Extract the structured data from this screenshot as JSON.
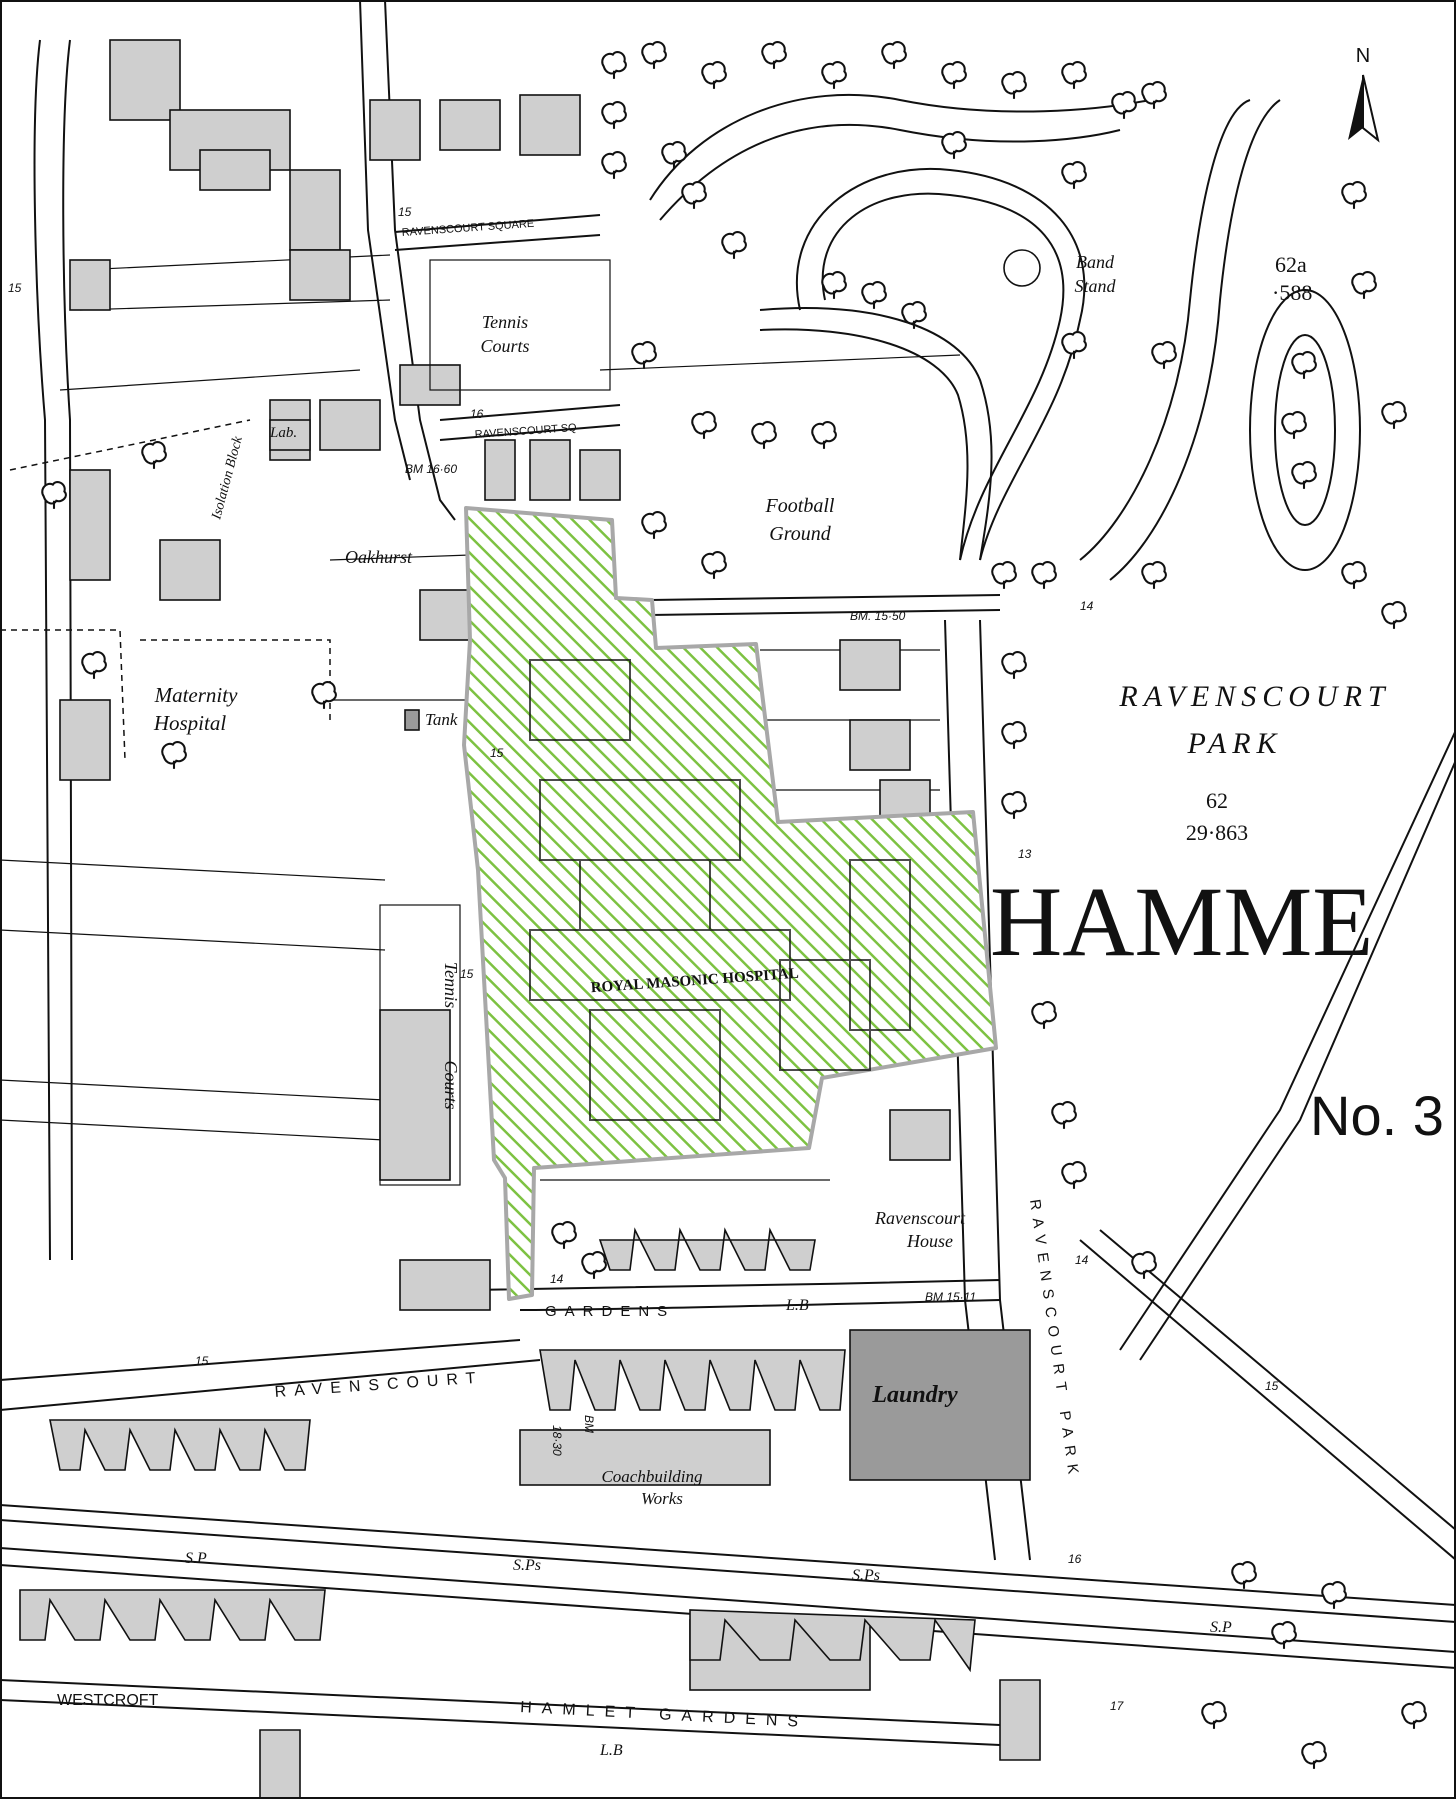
{
  "map": {
    "colors": {
      "paper": "#ffffff",
      "ink": "#111111",
      "site_fill": "#7dc242",
      "site_border": "#a8a8a8",
      "building": "#cfcfcf"
    },
    "north_arrow": {
      "label": "N",
      "icon": "north-arrow-icon"
    },
    "labels": {
      "ravenscourt_square_top": "RAVENSCOURT SQUARE",
      "ravenscourt_sq": "RAVENSCOURT SQ",
      "tennis_courts_top_1": "Tennis",
      "tennis_courts_top_2": "Courts",
      "tennis_courts_side_1": "Tennis",
      "tennis_courts_side_2": "Courts",
      "band_stand_1": "Band",
      "band_stand_2": "Stand",
      "parcel_62a": "62a",
      "parcel_62a_area": "·588",
      "football_ground_1": "Football",
      "football_ground_2": "Ground",
      "oakhurst": "Oakhurst",
      "lab": "Lab.",
      "isolation_block": "Isolation Block",
      "maternity_hospital_1": "Maternity",
      "maternity_hospital_2": "Hospital",
      "tank": "Tank",
      "ravenscourt_park_1": "RAVENSCOURT",
      "ravenscourt_park_2": "PARK",
      "parcel_62": "62",
      "parcel_62_area": "29·863",
      "hammersmith": "HAMME",
      "no3": "No. 3",
      "royal_masonic": "ROYAL MASONIC HOSPITAL",
      "ravenscourt_house_1": "Ravenscourt",
      "ravenscourt_house_2": "House",
      "gardens": "GARDENS",
      "ravenscourt_road": "RAVENSCOURT",
      "ravenscourt_park_road": "RAVENSCOURT PARK",
      "laundry": "Laundry",
      "coachbuilding_1": "Coachbuilding",
      "coachbuilding_2": "Works",
      "westcroft": "WESTCROFT",
      "hamlet_gardens": "HAMLET GARDENS",
      "lb_top": "L.B",
      "lb_bottom": "L.B",
      "sp_left": "S.P",
      "sps_mid": "S.Ps",
      "sps_right": "S.Ps",
      "sp_far_right": "S.P",
      "bm_1660": "BM 16·60",
      "bm_1550": "BM. 15·50",
      "bm_1511": "BM 15·11",
      "bm_1830": "18·30",
      "bm_text": "BM",
      "h15_a": "15",
      "h16_a": "16",
      "h15_b": "15",
      "h15_c": "15",
      "h14_a": "14",
      "h14_b": "14",
      "h13": "13",
      "h14_c": "14",
      "h15_d": "15",
      "h16_b": "16",
      "h17": "17",
      "h15_e": "15",
      "h15_f": "15"
    }
  }
}
